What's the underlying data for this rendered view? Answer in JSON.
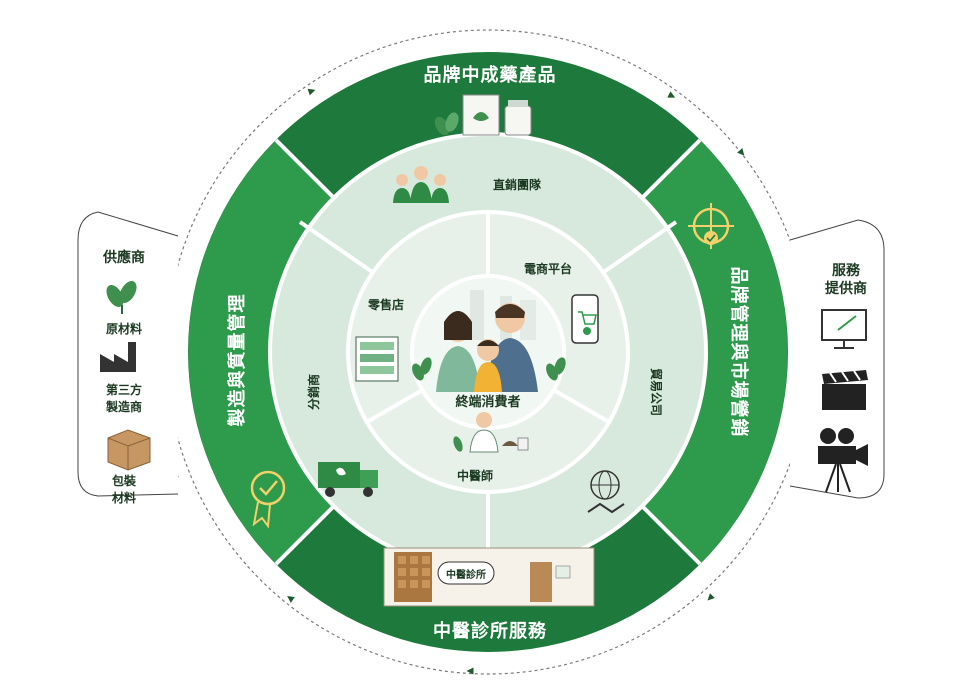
{
  "ring_outer": {
    "top": "品牌中成藥產品",
    "right": "品牌管理與市場營銷",
    "bottom": "中醫診所服務",
    "left": "製造與質量管理"
  },
  "ring_middle": {
    "direct_sales": "直銷團隊",
    "trading": "貿易公司",
    "distribution": "分銷商"
  },
  "ring_inner": {
    "retail": "零售店",
    "ecommerce": "電商平台",
    "tcm_doctor": "中醫師"
  },
  "center": {
    "consumer": "終端消費者"
  },
  "clinic_sign": "中醫診所",
  "left_panel": {
    "title": "供應商",
    "items": [
      "原材料",
      "第三方",
      "製造商",
      "包裝",
      "材料"
    ]
  },
  "right_panel": {
    "title_line1": "服務",
    "title_line2": "提供商"
  },
  "colors": {
    "dark_green": "#1e7a3c",
    "mid_green": "#2e9a4c",
    "light_ring": "#d7e8dc",
    "inner_ring": "#e7f1ea",
    "center": "#f1f7f3"
  }
}
